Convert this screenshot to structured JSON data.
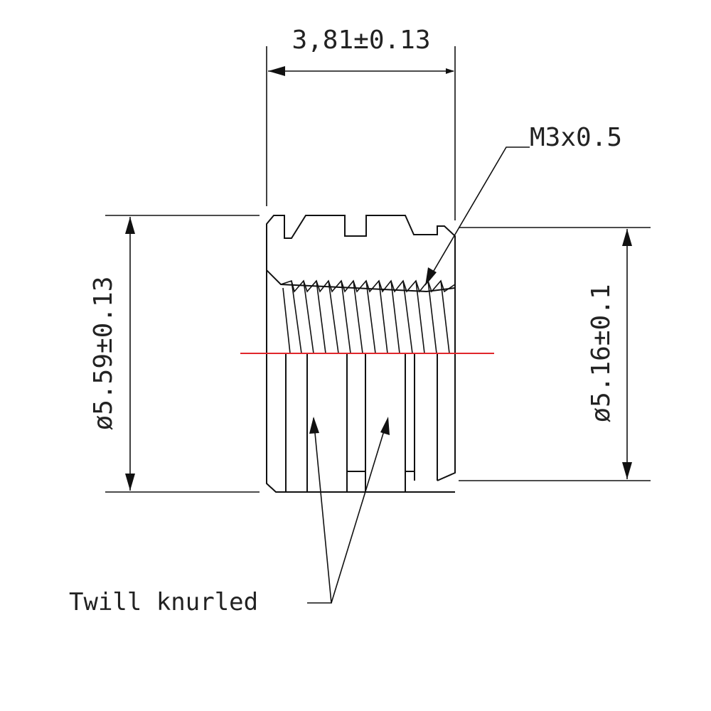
{
  "drawing": {
    "title": "Threaded heat-set insert dimension drawing",
    "dimensions": {
      "length": "3,81±0.13",
      "outer_diameter": "ø5.59±0.13",
      "inner_diameter": "ø5.16±0.1",
      "thread": "M3x0.5"
    },
    "callouts": {
      "knurl": "Twill knurled"
    },
    "colors": {
      "line": "#111111",
      "centerline": "#e0262b"
    }
  }
}
